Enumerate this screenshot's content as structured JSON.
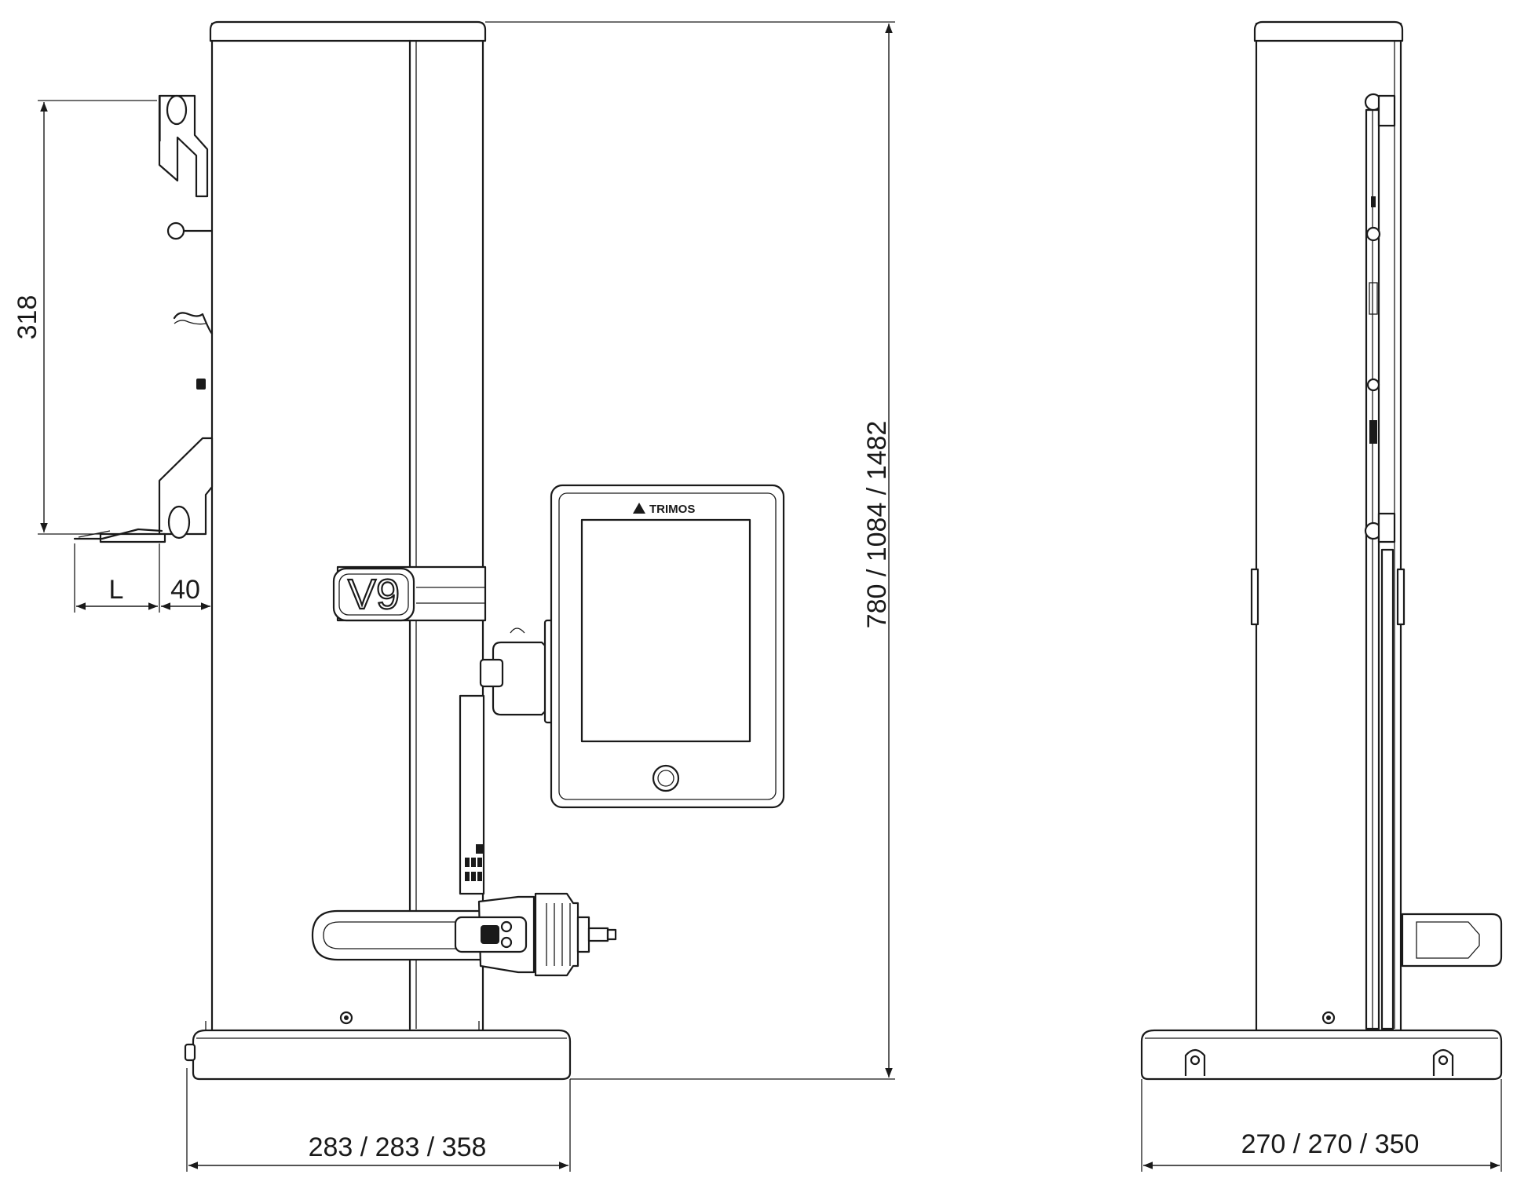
{
  "dimensions": {
    "height": "780 / 1084 / 1482",
    "base_width_front": "283 / 283 / 358",
    "base_width_side": "270 / 270 / 350",
    "fixture_height": "318",
    "fixture_offset": "40",
    "fixture_length": "L"
  },
  "device": {
    "model_badge": "V9",
    "brand": "TRIMOS"
  }
}
